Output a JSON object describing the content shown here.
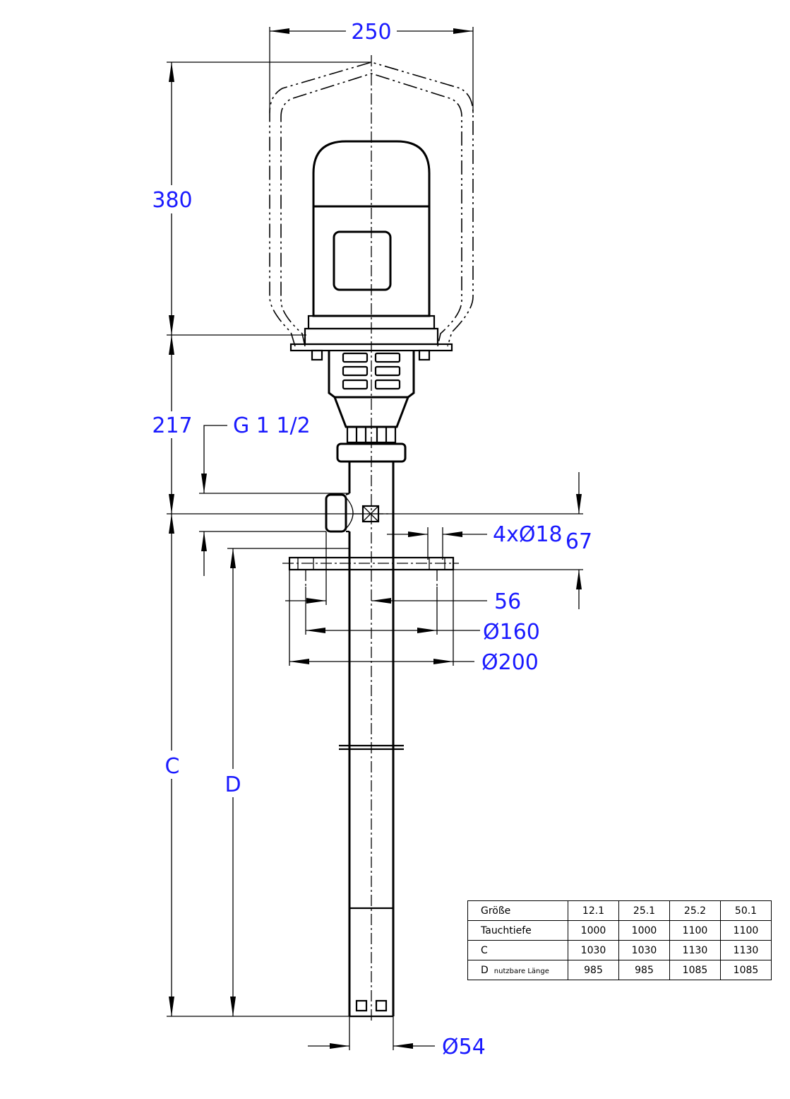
{
  "dimensions": {
    "width": "250",
    "height_motor": "380",
    "height_head": "217",
    "thread": "G 1 1/2",
    "holes": "4xØ18",
    "offset": "67",
    "outlet_offset": "56",
    "bolt_circle": "Ø160",
    "flange_dia": "Ø200",
    "tube_dia": "Ø54",
    "length_c": "C",
    "length_d": "D"
  },
  "table": {
    "header": {
      "label": "Größe",
      "cols": [
        "12.1",
        "25.1",
        "25.2",
        "50.1"
      ]
    },
    "rows": [
      {
        "label": "Tauchtiefe",
        "sub": "",
        "values": [
          "1000",
          "1000",
          "1100",
          "1100"
        ]
      },
      {
        "label": "C",
        "sub": "",
        "values": [
          "1030",
          "1030",
          "1130",
          "1130"
        ]
      },
      {
        "label": "D",
        "sub": "nutzbare Länge",
        "values": [
          "985",
          "985",
          "1085",
          "1085"
        ]
      }
    ]
  }
}
